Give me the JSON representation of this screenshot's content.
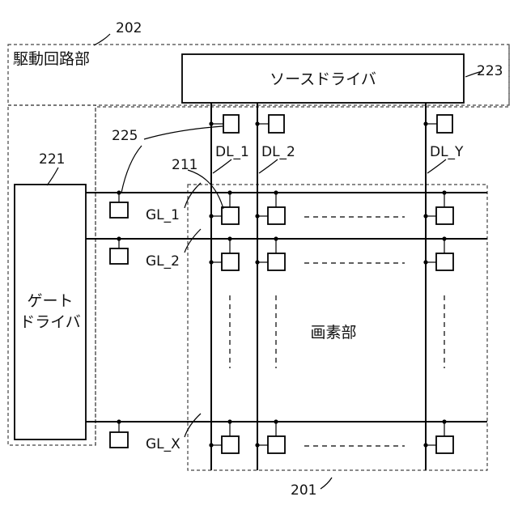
{
  "labels": {
    "ref_202": "202",
    "drive_circuit": "駆動回路部",
    "source_driver": "ソースドライバ",
    "ref_223": "223",
    "ref_225": "225",
    "ref_221": "221",
    "ref_211": "211",
    "gate_driver_line1": "ゲート",
    "gate_driver_line2": "ドライバ",
    "dl_1": "DL_1",
    "dl_2": "DL_2",
    "dl_y": "DL_Y",
    "gl_1": "GL_1",
    "gl_2": "GL_2",
    "gl_x": "GL_X",
    "pixel_section": "画素部",
    "ref_201": "201"
  }
}
